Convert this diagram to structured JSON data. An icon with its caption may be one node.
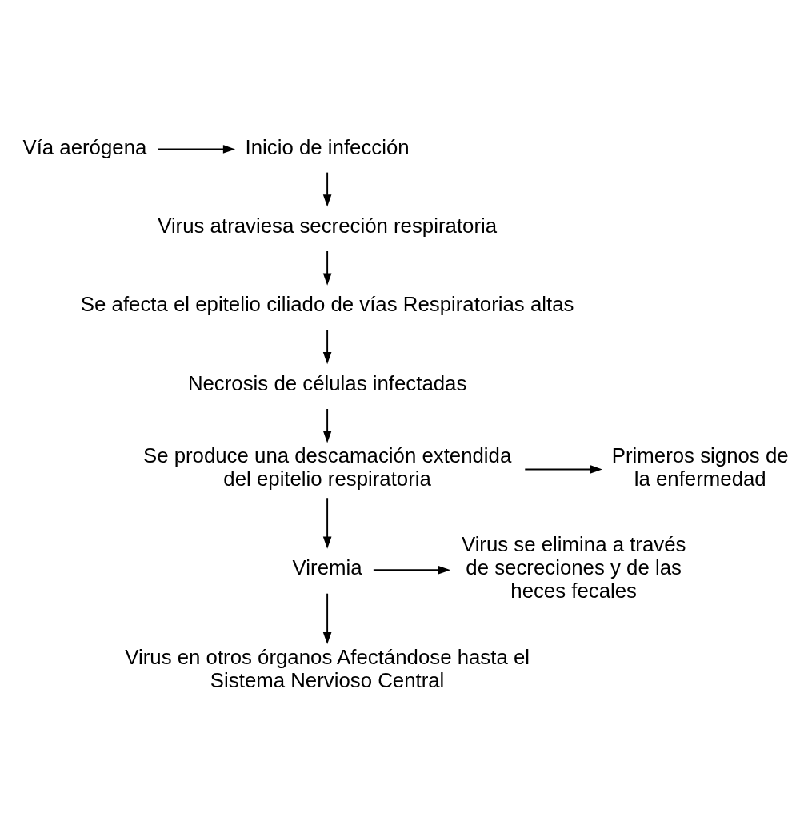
{
  "diagram": {
    "nodes": [
      {
        "text": [
          "Vía aerógena"
        ]
      },
      {
        "text": [
          "Inicio de infección"
        ]
      },
      {
        "text": [
          "Virus atraviesa secreción respiratoria"
        ]
      },
      {
        "text": [
          "Se afecta el epitelio ciliado de vías Respiratorias altas"
        ]
      },
      {
        "text": [
          "Necrosis de células infectadas"
        ]
      },
      {
        "text": [
          "Primeros signos de la enfermedad"
        ]
      },
      {
        "text": [
          "Se produce una descamación extendida del epitelio respiratoria"
        ]
      },
      {
        "text": [
          "Virus se elimina a través de secreciones y de las heces fecales"
        ]
      },
      {
        "text": [
          "Viremia"
        ]
      },
      {
        "text": [
          "Virus en otros órganos Afectándose hasta el Sistema Nervioso Central"
        ]
      }
    ],
    "edges": [
      {
        "from": 0,
        "to": 1,
        "arrow": "to"
      },
      {
        "from": 1,
        "to": 2,
        "arrow": "to"
      },
      {
        "from": 2,
        "to": 3,
        "arrow": "to"
      },
      {
        "from": 3,
        "to": 4,
        "arrow": "to"
      },
      {
        "from": 4,
        "to": 6,
        "arrow": "to"
      },
      {
        "from": 6,
        "to": 5,
        "arrow": "to"
      },
      {
        "from": 6,
        "to": 8,
        "arrow": "to"
      },
      {
        "from": 8,
        "to": 7,
        "arrow": "to"
      },
      {
        "from": 8,
        "to": 9,
        "arrow": "to"
      }
    ]
  }
}
